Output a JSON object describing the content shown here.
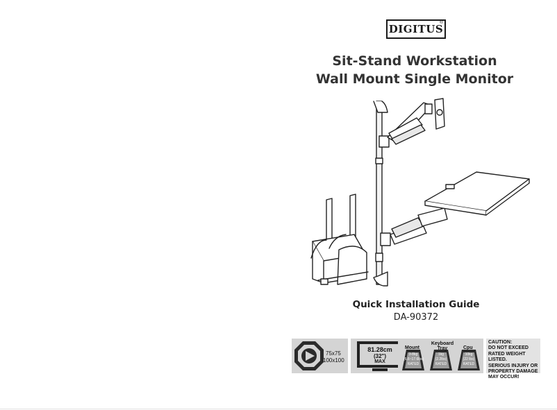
{
  "brand": {
    "name": "DIGITUS",
    "reg": "®"
  },
  "title": {
    "line1": "Sit-Stand Workstation",
    "line2": "Wall Mount Single Monitor"
  },
  "guide": {
    "title": "Quick Installation Guide",
    "model": "DA-90372"
  },
  "badges": {
    "vesa": {
      "line1": "75x75",
      "line2": "100x100"
    },
    "screen": {
      "size_cm": "81.28cm",
      "size_in": "(32\")",
      "max": "MAX"
    },
    "loads": [
      {
        "label": "Mount",
        "line1": "3-8kg",
        "line2": "(6.6~17.6lbs)",
        "line3": "RATED"
      },
      {
        "label": "Keyboard Tray",
        "line1": "1kg",
        "line2": "(2.2lbs)",
        "line3": "RATED"
      },
      {
        "label": "Cpu",
        "line1": "10kg",
        "line2": "(22 lbs)",
        "line3": "RATED"
      }
    ],
    "caution": {
      "title": "CAUTION:",
      "lines": [
        "DO NOT EXCEED",
        "RATED WEIGHT LISTED.",
        "SERIOUS INJURY OR",
        "PROPERTY DAMAGE",
        "MAY OCCUR!"
      ]
    }
  }
}
